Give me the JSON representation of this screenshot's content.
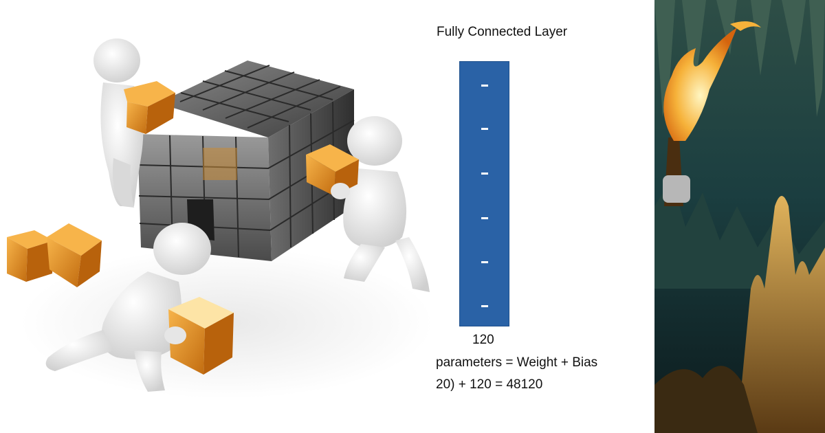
{
  "diagram": {
    "title": "Fully Connected Layer",
    "neuron_count": "120",
    "formula_line1": "parameters = Weight + Bias",
    "formula_line2": "20) + 120 = 48120",
    "bar_color": "#2a62a6",
    "dash_glyph": "-"
  },
  "colors": {
    "cube_orange": "#e8961e",
    "cube_gray": "#6b6b6b",
    "cave_teal": "#1d4a4a",
    "flame": "#f6b23a"
  }
}
